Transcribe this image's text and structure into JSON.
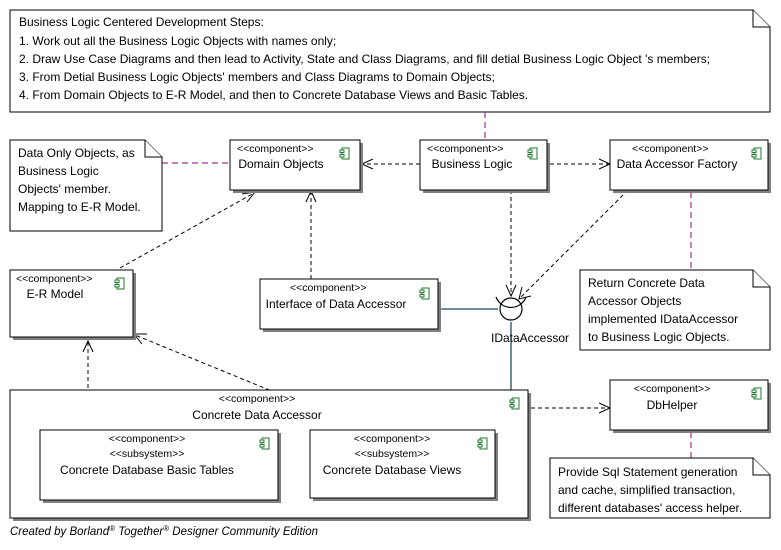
{
  "top_note": {
    "lines": [
      "Business Logic Centered Development Steps:",
      "1. Work out all the Business Logic Objects with names only;",
      "2. Draw Use Case Diagrams and then lead to Activity, State and Class Diagrams, and fill detial Business Logic Object 's members;",
      "3. From Detial Business Logic Objects' members and Class Diagrams to Domain Objects;",
      "4. From Domain Objects to E-R Model, and then to Concrete Database Views and Basic Tables."
    ]
  },
  "notes": {
    "data_only": [
      "Data Only Objects,  as",
      "Business Logic",
      "Objects' member.",
      "Mapping to E-R Model."
    ],
    "factory_note": [
      "Return Concrete Data",
      "Accessor Objects",
      "implemented IDataAccessor",
      "to Business Logic Objects."
    ],
    "dbhelper_note": [
      "Provide Sql Statement generation",
      "and cache, simplified transaction,",
      "different databases' access helper."
    ]
  },
  "stereotypes": {
    "component": "<<component>>",
    "subsystem": "<<subsystem>>"
  },
  "components": {
    "domain_objects": "Domain Objects",
    "business_logic": "Business Logic",
    "data_accessor_factory": "Data Accessor Factory",
    "er_model": "E-R Model",
    "interface_of_data_accessor": "Interface of Data Accessor",
    "concrete_data_accessor": "Concrete Data Accessor",
    "basic_tables": "Concrete Database Basic Tables",
    "views": "Concrete Database Views",
    "dbhelper": "DbHelper"
  },
  "interface_label": "IDataAccessor",
  "footer": {
    "prefix": "Created by Borland",
    "mid": " Together",
    "suffix": " Designer Community Edition",
    "reg": "®"
  },
  "colors": {
    "trace_line": "#a0308a",
    "realization_line": "#1d4e5e",
    "component_icon": "#1f7a2e"
  }
}
